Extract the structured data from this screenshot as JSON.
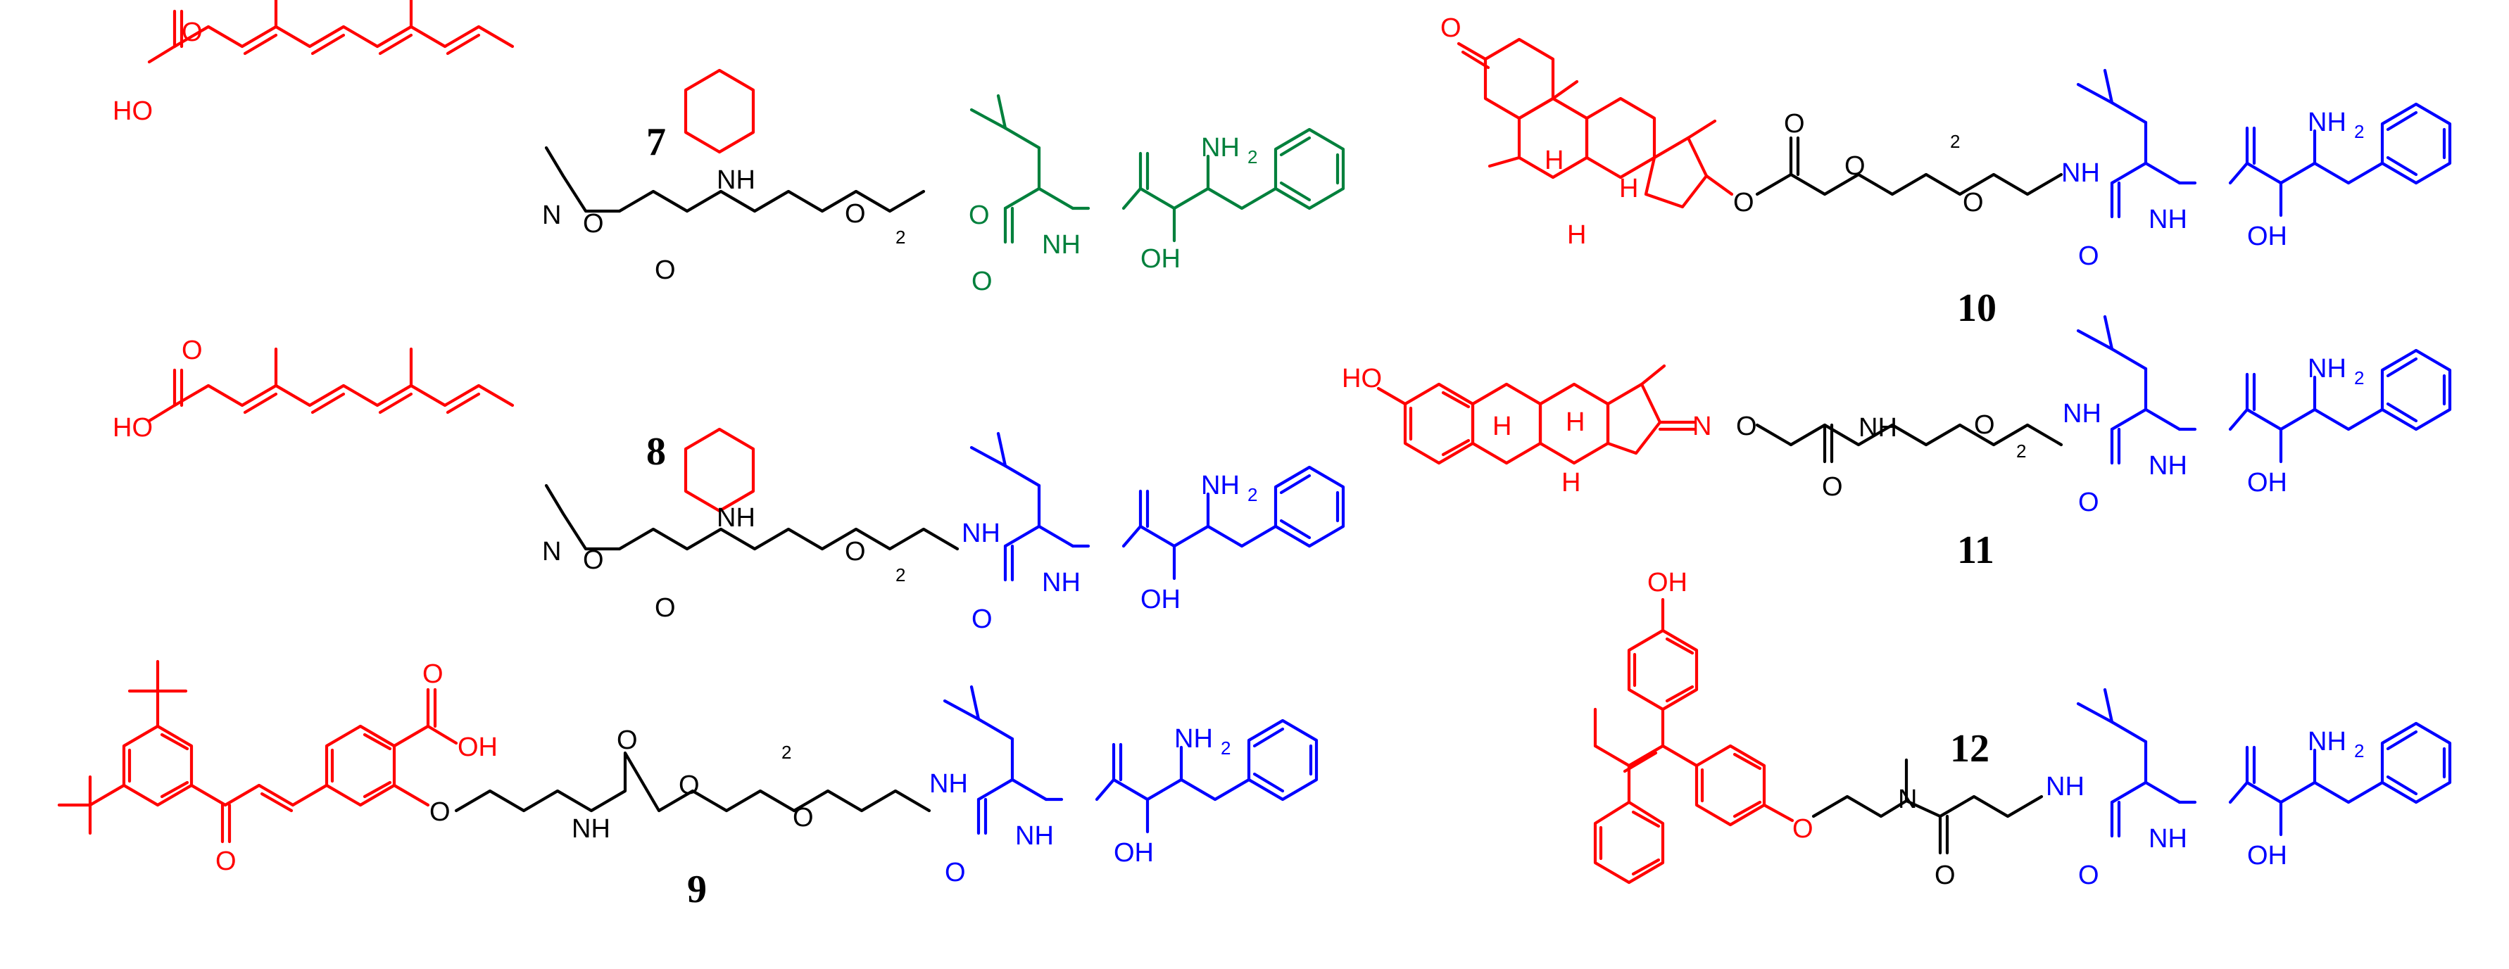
{
  "colors": {
    "warhead": "#ff0000",
    "linker": "#000000",
    "payload_ester": "#00803c",
    "payload_amide": "#0000ff"
  },
  "compounds": [
    {
      "id": "7",
      "label": "7"
    },
    {
      "id": "8",
      "label": "8"
    },
    {
      "id": "9",
      "label": "9"
    },
    {
      "id": "10",
      "label": "10"
    },
    {
      "id": "11",
      "label": "11"
    },
    {
      "id": "12",
      "label": "12"
    }
  ],
  "atoms": {
    "HO": "HO",
    "OH": "OH",
    "O": "O",
    "N": "N",
    "H": "H",
    "NH": "NH",
    "NH2": "NH",
    "NH2_sub": "2",
    "rep": "2"
  }
}
